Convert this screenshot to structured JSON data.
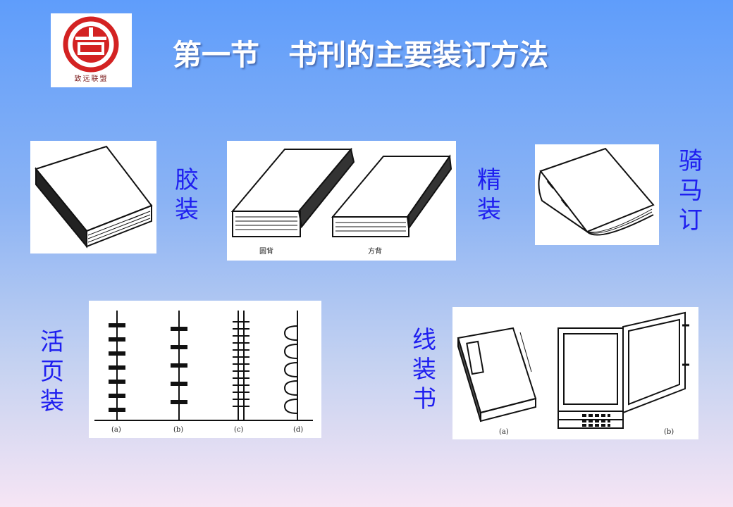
{
  "logo": {
    "text": "致远联盟",
    "colors": {
      "red": "#d32222"
    }
  },
  "title": "第一节　书刊的主要装订方法",
  "labels": {
    "perfect": "胶装",
    "hardcover": "精装",
    "saddle": "骑马订",
    "loose_leaf": "活页装",
    "thread": "线装书"
  },
  "captions": {
    "hardcover": [
      "圆背",
      "方背"
    ],
    "loose_leaf": [
      "(a)",
      "(b)",
      "(c)",
      "(d)"
    ],
    "thread": [
      "(a)",
      "(b)"
    ]
  },
  "colors": {
    "label": "#1f1ff0",
    "title": "#ffffff"
  }
}
